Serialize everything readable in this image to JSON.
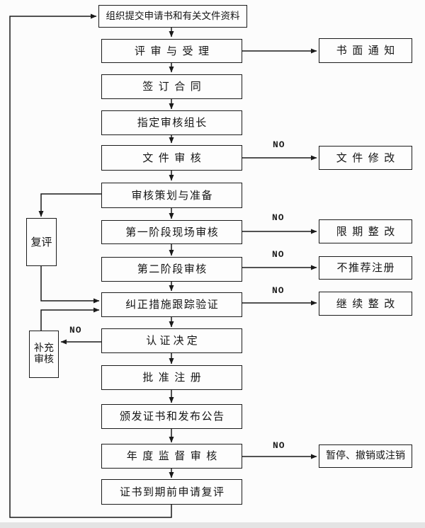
{
  "labels": {
    "no": "NO"
  },
  "nodes": {
    "submit": "组织提交申请书和有关文件资料",
    "review_accept": "评审与受理",
    "written_notice": "书面通知",
    "sign_contract": "签订合同",
    "assign_leader": "指定审核组长",
    "doc_review": "文件审核",
    "doc_modify": "文件修改",
    "audit_planning": "审核策划与准备",
    "reassessment": "复评",
    "stage1_audit": "第一阶段现场审核",
    "rectify_deadline": "限期整改",
    "stage2_audit": "第二阶段审核",
    "not_recommend": "不推荐注册",
    "corrective_verify": "纠正措施跟踪验证",
    "continue_rectify": "继续整改",
    "decision": "认证决定",
    "supplementary_audit": "补充审核",
    "approve_register": "批准注册",
    "issue_certificate": "颁发证书和发布公告",
    "surveillance_audit": "年度监督审核",
    "suspend_revoke": "暂停、撤销或注销",
    "apply_reassess": "证书到期前申请复评"
  },
  "edges": [
    {
      "from": "submit",
      "to": "review_accept",
      "label": ""
    },
    {
      "from": "review_accept",
      "to": "written_notice",
      "label": ""
    },
    {
      "from": "review_accept",
      "to": "sign_contract",
      "label": ""
    },
    {
      "from": "sign_contract",
      "to": "assign_leader",
      "label": ""
    },
    {
      "from": "assign_leader",
      "to": "doc_review",
      "label": ""
    },
    {
      "from": "doc_review",
      "to": "doc_modify",
      "label": "NO"
    },
    {
      "from": "doc_review",
      "to": "audit_planning",
      "label": ""
    },
    {
      "from": "audit_planning",
      "to": "reassessment",
      "label": ""
    },
    {
      "from": "audit_planning",
      "to": "stage1_audit",
      "label": ""
    },
    {
      "from": "stage1_audit",
      "to": "rectify_deadline",
      "label": "NO"
    },
    {
      "from": "stage1_audit",
      "to": "stage2_audit",
      "label": ""
    },
    {
      "from": "stage2_audit",
      "to": "not_recommend",
      "label": "NO"
    },
    {
      "from": "stage2_audit",
      "to": "corrective_verify",
      "label": ""
    },
    {
      "from": "reassessment",
      "to": "corrective_verify",
      "label": ""
    },
    {
      "from": "supplementary_audit",
      "to": "corrective_verify",
      "label": ""
    },
    {
      "from": "corrective_verify",
      "to": "continue_rectify",
      "label": "NO"
    },
    {
      "from": "corrective_verify",
      "to": "decision",
      "label": ""
    },
    {
      "from": "decision",
      "to": "supplementary_audit",
      "label": "NO"
    },
    {
      "from": "decision",
      "to": "approve_register",
      "label": ""
    },
    {
      "from": "approve_register",
      "to": "issue_certificate",
      "label": ""
    },
    {
      "from": "issue_certificate",
      "to": "surveillance_audit",
      "label": ""
    },
    {
      "from": "surveillance_audit",
      "to": "suspend_revoke",
      "label": "NO"
    },
    {
      "from": "surveillance_audit",
      "to": "apply_reassess",
      "label": ""
    },
    {
      "from": "apply_reassess",
      "to": "submit",
      "label": ""
    }
  ],
  "colors": {
    "background": "#fcfcfc",
    "line": "#1a1a1a",
    "box_border": "#1b1b1b",
    "text": "#141414"
  }
}
